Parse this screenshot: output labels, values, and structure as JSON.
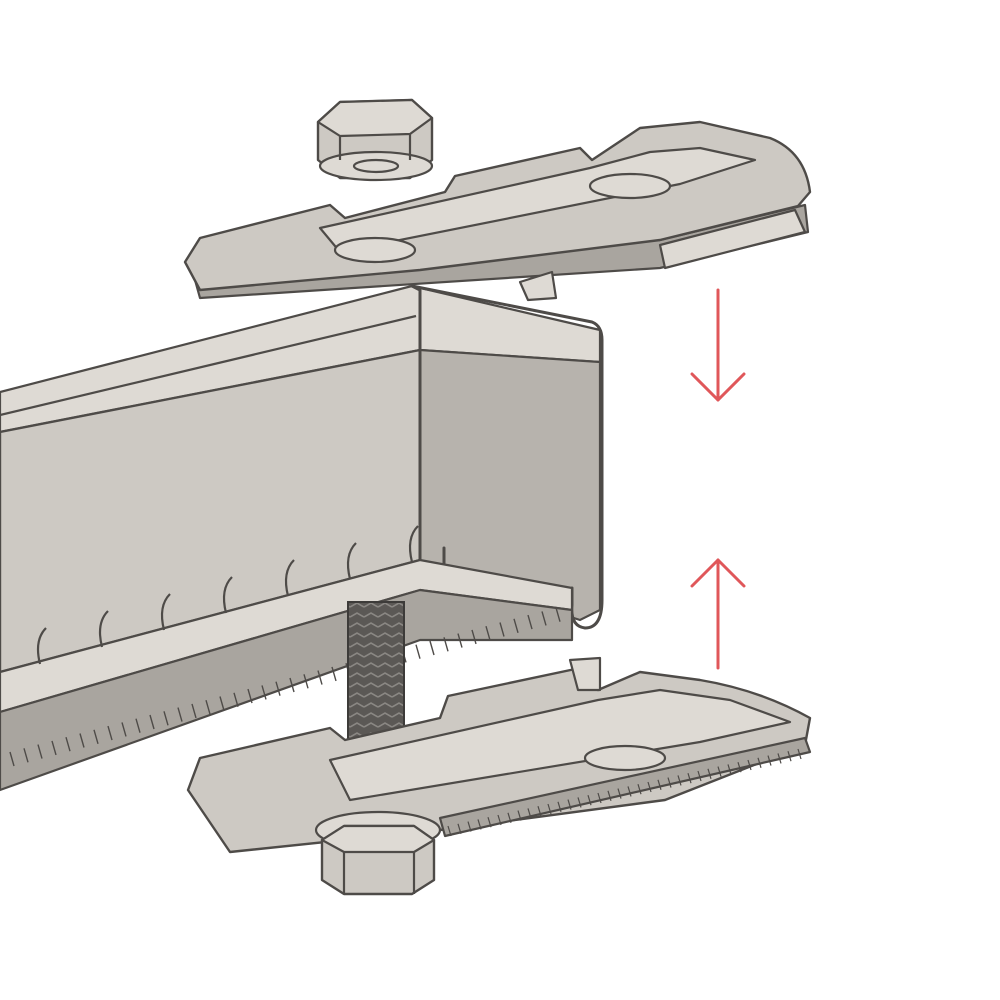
{
  "diagram": {
    "type": "exploded-assembly",
    "components": [
      {
        "id": "top-clamp-plate",
        "kind": "clamp plate"
      },
      {
        "id": "top-hex-nut",
        "kind": "hex nut"
      },
      {
        "id": "strut-channel",
        "kind": "slotted channel"
      },
      {
        "id": "threaded-rod",
        "kind": "threaded rod"
      },
      {
        "id": "bottom-clamp-plate",
        "kind": "clamp plate"
      },
      {
        "id": "bottom-hex-nut",
        "kind": "hex nut"
      }
    ],
    "arrows": [
      {
        "id": "arrow-down",
        "direction": "down"
      },
      {
        "id": "arrow-up",
        "direction": "up"
      }
    ],
    "colors": {
      "metal": "#cdc9c3",
      "metal_light": "#dedad4",
      "metal_dark": "#a9a59f",
      "metal_inner": "#b7b3ad",
      "outline": "#4e4b48",
      "rod": "#55524f",
      "arrow": "#e0575a",
      "background": "#ffffff"
    }
  }
}
